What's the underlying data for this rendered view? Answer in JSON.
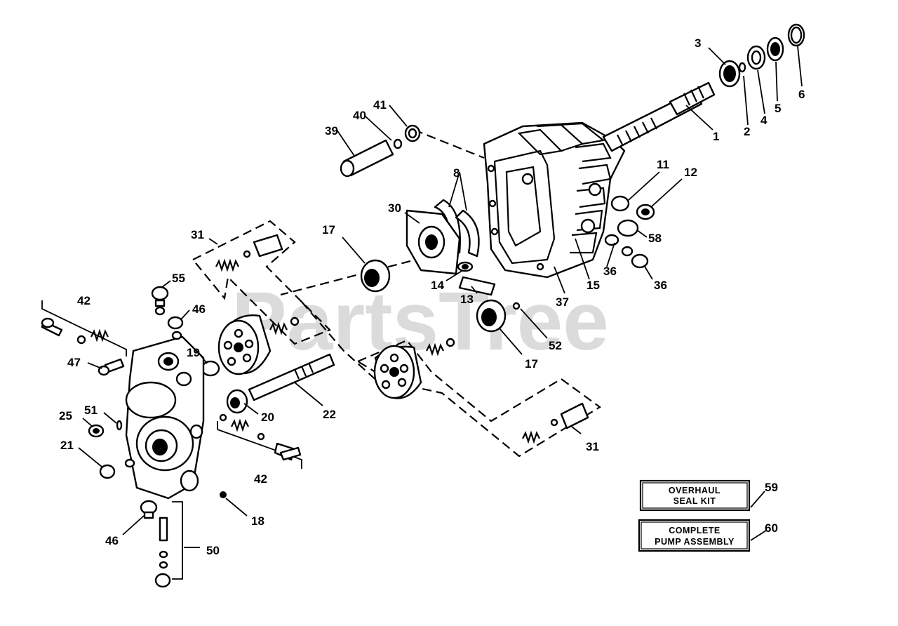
{
  "watermark": "PartsTree",
  "callouts": [
    {
      "id": "1",
      "label": "1"
    },
    {
      "id": "2",
      "label": "2"
    },
    {
      "id": "3",
      "label": "3"
    },
    {
      "id": "4",
      "label": "4"
    },
    {
      "id": "5",
      "label": "5"
    },
    {
      "id": "6",
      "label": "6"
    },
    {
      "id": "8",
      "label": "8"
    },
    {
      "id": "11",
      "label": "11"
    },
    {
      "id": "12",
      "label": "12"
    },
    {
      "id": "13",
      "label": "13"
    },
    {
      "id": "14",
      "label": "14"
    },
    {
      "id": "15",
      "label": "15"
    },
    {
      "id": "17a",
      "label": "17"
    },
    {
      "id": "17b",
      "label": "17"
    },
    {
      "id": "18",
      "label": "18"
    },
    {
      "id": "19",
      "label": "19"
    },
    {
      "id": "20",
      "label": "20"
    },
    {
      "id": "21",
      "label": "21"
    },
    {
      "id": "22",
      "label": "22"
    },
    {
      "id": "25",
      "label": "25"
    },
    {
      "id": "30",
      "label": "30"
    },
    {
      "id": "31a",
      "label": "31"
    },
    {
      "id": "31b",
      "label": "31"
    },
    {
      "id": "36a",
      "label": "36"
    },
    {
      "id": "36b",
      "label": "36"
    },
    {
      "id": "37",
      "label": "37"
    },
    {
      "id": "39",
      "label": "39"
    },
    {
      "id": "40",
      "label": "40"
    },
    {
      "id": "41",
      "label": "41"
    },
    {
      "id": "42a",
      "label": "42"
    },
    {
      "id": "42b",
      "label": "42"
    },
    {
      "id": "46a",
      "label": "46"
    },
    {
      "id": "46b",
      "label": "46"
    },
    {
      "id": "47",
      "label": "47"
    },
    {
      "id": "50",
      "label": "50"
    },
    {
      "id": "51",
      "label": "51"
    },
    {
      "id": "52",
      "label": "52"
    },
    {
      "id": "55",
      "label": "55"
    },
    {
      "id": "58",
      "label": "58"
    },
    {
      "id": "59",
      "label": "59"
    },
    {
      "id": "60",
      "label": "60"
    }
  ],
  "kits": [
    {
      "line1": "OVERHAUL",
      "line2": "SEAL KIT"
    },
    {
      "line1": "COMPLETE",
      "line2": "PUMP ASSEMBLY"
    }
  ]
}
